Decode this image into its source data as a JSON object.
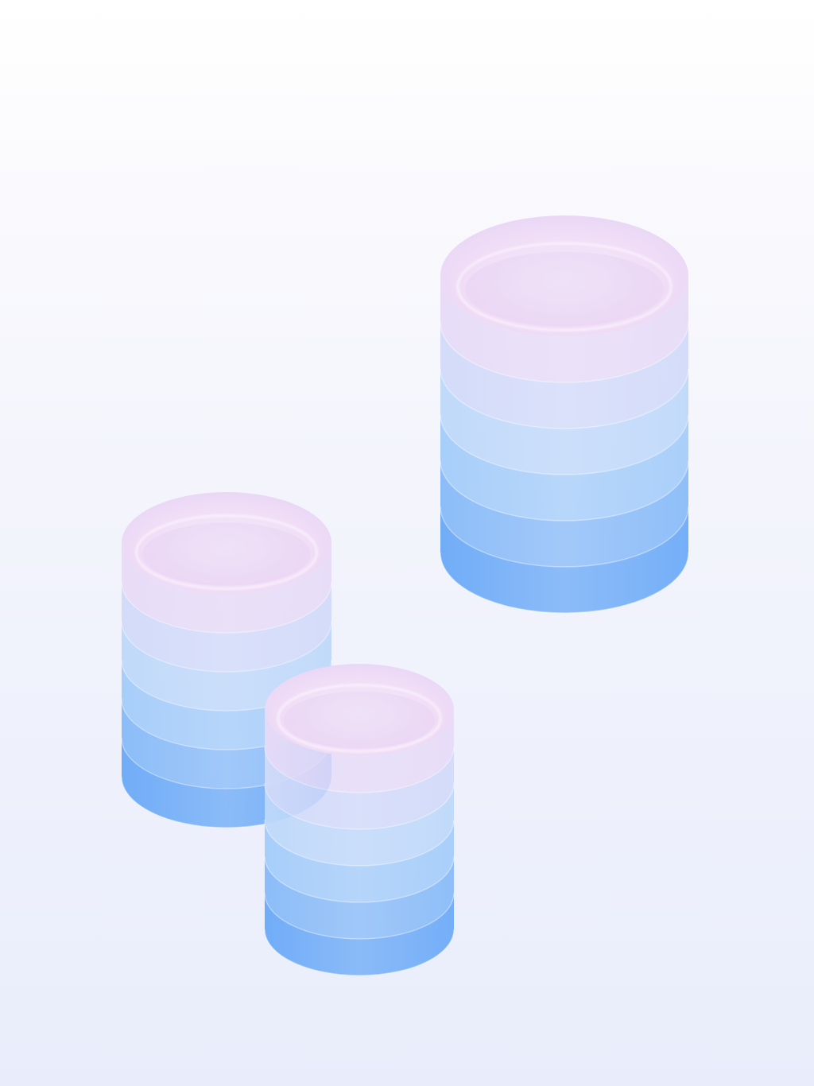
{
  "scene": {
    "background_top": "#ffffff",
    "background_bottom": "#e9edfb",
    "stacks": [
      {
        "name": "large-coin-stack",
        "layers": 6,
        "colors": {
          "top": "#f0dcf6",
          "middle": "#b8d8fb",
          "bottom": "#6aa9f7"
        }
      },
      {
        "name": "medium-coin-stack",
        "layers": 6,
        "colors": {
          "top": "#f0dcf6",
          "middle": "#b8d8fb",
          "bottom": "#6aa9f7"
        }
      },
      {
        "name": "small-coin-stack",
        "layers": 6,
        "colors": {
          "top": "#f0dcf6",
          "middle": "#b8d8fb",
          "bottom": "#6aa9f7"
        }
      }
    ]
  }
}
